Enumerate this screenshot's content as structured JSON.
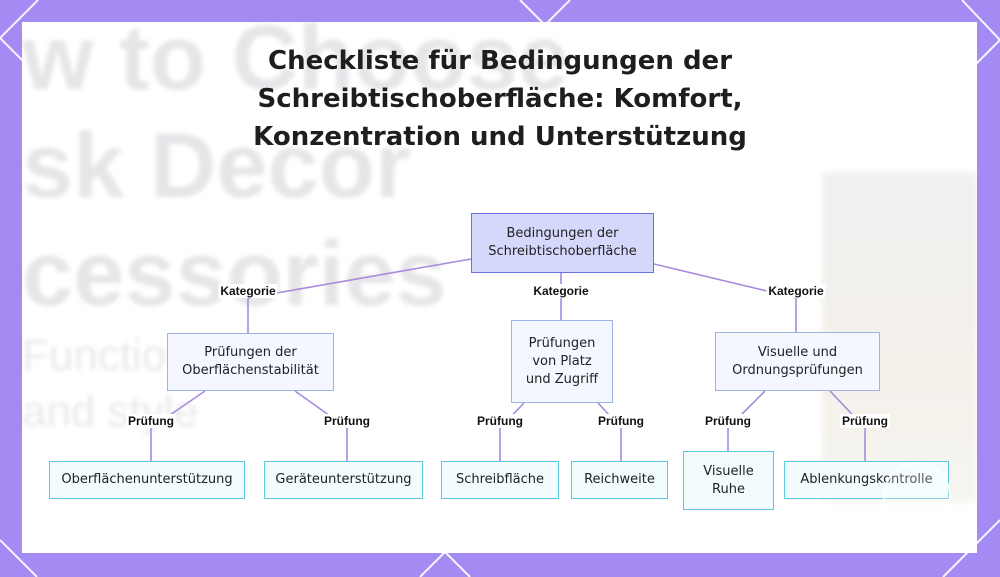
{
  "title": "Checkliste für Bedingungen der Schreibtischoberfläche: Komfort, Konzentration und Unterstützung",
  "colors": {
    "frame": "#a48af3",
    "connector": "#a78bdc",
    "root_fill": "#d5d8fb",
    "root_border": "#6b72df",
    "category_fill": "#f4f7ff",
    "category_border": "#9fb2e6",
    "leaf_fill": "#f2fcff",
    "leaf_border": "#5fc6df"
  },
  "diagram": {
    "root": {
      "label": "Bedingungen der Schreibtischoberfläche"
    },
    "categories": [
      {
        "edge_label": "Kategorie",
        "label": "Prüfungen der Oberflächenstabilität",
        "children": [
          {
            "edge_label": "Prüfung",
            "label": "Oberflächenunterstützung"
          },
          {
            "edge_label": "Prüfung",
            "label": "Geräteunterstützung"
          }
        ]
      },
      {
        "edge_label": "Kategorie",
        "label": "Prüfungen von Platz und Zugriff",
        "children": [
          {
            "edge_label": "Prüfung",
            "label": "Schreibfläche"
          },
          {
            "edge_label": "Prüfung",
            "label": "Reichweite"
          }
        ]
      },
      {
        "edge_label": "Kategorie",
        "label": "Visuelle und Ordnungsprüfungen",
        "children": [
          {
            "edge_label": "Prüfung",
            "label": "Visuelle Ruhe"
          },
          {
            "edge_label": "Prüfung",
            "label": "Ablenkungskontrolle"
          }
        ]
      }
    ]
  }
}
